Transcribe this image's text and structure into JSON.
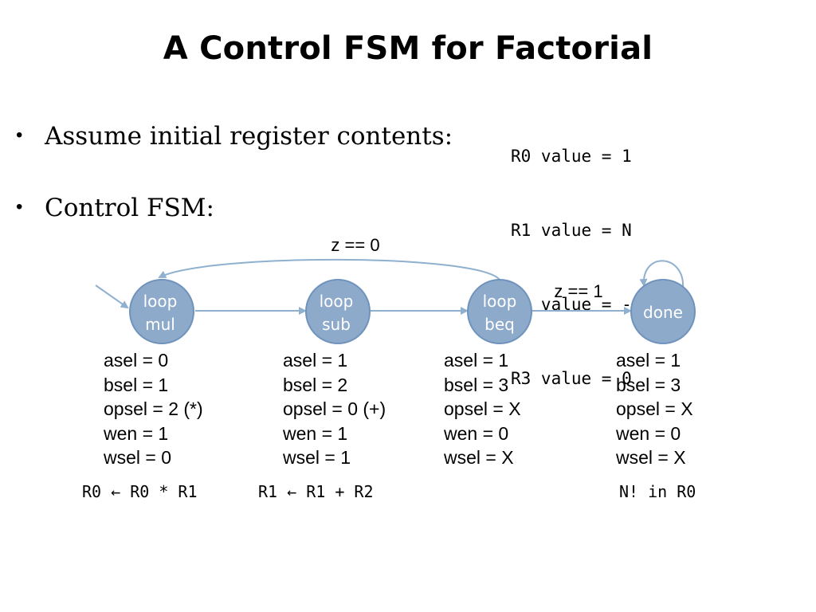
{
  "title": "A Control FSM for Factorial",
  "bullets": {
    "assume": "Assume initial register contents:",
    "control": "Control FSM:"
  },
  "registers": [
    "R0 value = 1",
    "R1 value = N",
    "R2 value = -1",
    "R3 value = 0"
  ],
  "colors": {
    "state_fill": "#8EAACA",
    "state_stroke": "#6F93BC",
    "arrow": "#8FB0CE"
  },
  "states": [
    {
      "line1": "loop",
      "line2": "mul"
    },
    {
      "line1": "loop",
      "line2": "sub"
    },
    {
      "line1": "loop",
      "line2": "beq"
    },
    {
      "line1": "done",
      "line2": ""
    }
  ],
  "transitions": {
    "loop_back": "z == 0",
    "to_done": "z == 1"
  },
  "signals": [
    [
      "asel = 0",
      "bsel = 1",
      "opsel = 2 (*)",
      "wen = 1",
      "wsel = 0"
    ],
    [
      "asel = 1",
      "bsel = 2",
      "opsel = 0 (+)",
      "wen = 1",
      "wsel = 1"
    ],
    [
      "asel = 1",
      "bsel = 3",
      "opsel = X",
      "wen = 0",
      "wsel = X"
    ],
    [
      "asel = 1",
      "bsel = 3",
      "opsel = X",
      "wen = 0",
      "wsel = X"
    ]
  ],
  "rtl": {
    "mul": "R0 ← R0 * R1",
    "sub": "R1 ← R1 + R2",
    "done": "N! in R0"
  }
}
